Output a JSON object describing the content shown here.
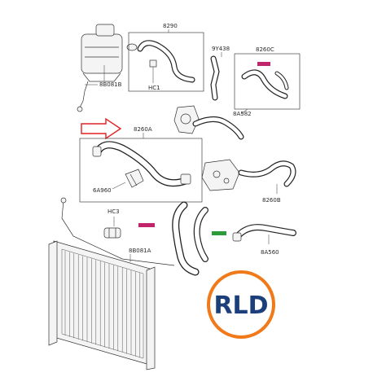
{
  "labels": {
    "l8290": "8290",
    "l9y438": "9Y438",
    "l8260c": "8260C",
    "l8b081b": "8B081B",
    "lhc1": "HC1",
    "l8a582": "8A582",
    "l8260a": "8260A",
    "l6a960": "6A960",
    "l8260b": "8260B",
    "lhc3": "HC3",
    "l8b081a": "8B081A",
    "l8a560": "8A560"
  },
  "logo": {
    "text": "RLD"
  },
  "colors": {
    "arrow": "#e02020",
    "highlight_magenta": "#c0246a",
    "highlight_green": "#2e9b3a",
    "logo_orange": "#f07a1a",
    "logo_blue": "#1b3f7a"
  }
}
